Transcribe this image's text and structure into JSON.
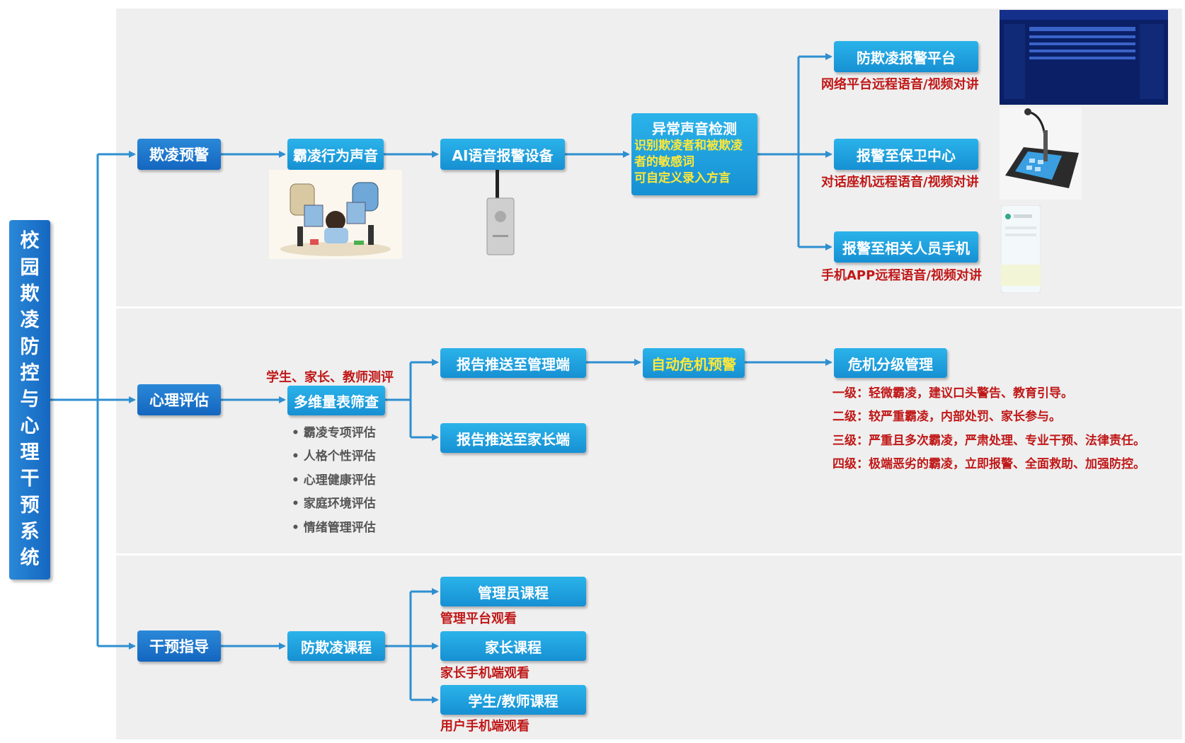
{
  "title_chars": [
    "校",
    "园",
    "欺",
    "凌",
    "防",
    "控",
    "与",
    "心",
    "理",
    "干",
    "预",
    "系",
    "统"
  ],
  "branch1": {
    "label": "欺凌预警",
    "step1": "霸凌行为声音",
    "step2": "AI语音报警设备",
    "detect": {
      "title": "异常声音检测",
      "line1": "识别欺凌者和被欺凌",
      "line2": "者的敏感词",
      "line3": "可自定义录入方言"
    },
    "outputs": [
      {
        "label": "防欺凌报警平台",
        "note": "网络平台远程语音/视频对讲"
      },
      {
        "label": "报警至保卫中心",
        "note": "对话座机远程语音/视频对讲"
      },
      {
        "label": "报警至相关人员手机",
        "note": "手机APP远程语音/视频对讲"
      }
    ]
  },
  "branch2": {
    "label": "心理评估",
    "participants": "学生、家长、教师测评",
    "screening": "多维量表筛查",
    "items": [
      "霸凌专项评估",
      "人格个性评估",
      "心理健康评估",
      "家庭环境评估",
      "情绪管理评估"
    ],
    "push_admin": "报告推送至管理端",
    "push_parent": "报告推送至家长端",
    "auto_alert": "自动危机预警",
    "grading": "危机分级管理",
    "levels": [
      "一级：轻微霸凌，建议口头警告、教育引导。",
      "二级：较严重霸凌，内部处罚、家长参与。",
      "三级：严重且多次霸凌，严肃处理、专业干预、法律责任。",
      "四级：极端恶劣的霸凌，立即报警、全面救助、加强防控。"
    ]
  },
  "branch3": {
    "label": "干预指导",
    "course": "防欺凌课程",
    "courses": [
      {
        "label": "管理员课程",
        "note": "管理平台观看"
      },
      {
        "label": "家长课程",
        "note": "家长手机端观看"
      },
      {
        "label": "学生/教师课程",
        "note": "用户手机端观看"
      }
    ]
  },
  "colors": {
    "box": "#1f9fe0",
    "box_dark": "#1a73c8",
    "line": "#2e8fd0",
    "red": "#c01818",
    "yellow": "#ffe838"
  }
}
